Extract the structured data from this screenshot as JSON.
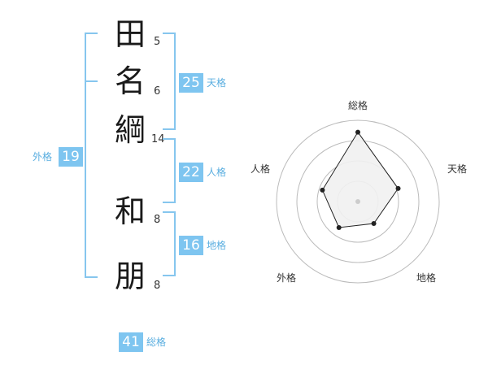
{
  "name": {
    "characters": [
      {
        "char": "田",
        "strokes": "5"
      },
      {
        "char": "名",
        "strokes": "6"
      },
      {
        "char": "綱",
        "strokes": "14"
      },
      {
        "char": "和",
        "strokes": "8"
      },
      {
        "char": "朋",
        "strokes": "8"
      }
    ]
  },
  "fortunes": {
    "tenkaku": {
      "label": "天格",
      "value": "25"
    },
    "jinkaku": {
      "label": "人格",
      "value": "22"
    },
    "chikaku": {
      "label": "地格",
      "value": "16"
    },
    "gaikaku": {
      "label": "外格",
      "value": "19"
    },
    "soukaku": {
      "label": "総格",
      "value": "41"
    }
  },
  "chart_data": {
    "type": "radar",
    "axes": [
      "総格",
      "天格",
      "地格",
      "外格",
      "人格"
    ],
    "values": [
      41,
      25,
      16,
      19,
      22
    ],
    "levels": 4,
    "colors": {
      "accent": "#7ec5f0",
      "fill": "#f1f1f1",
      "line": "#222222",
      "grid": "#bbbbbb"
    }
  }
}
